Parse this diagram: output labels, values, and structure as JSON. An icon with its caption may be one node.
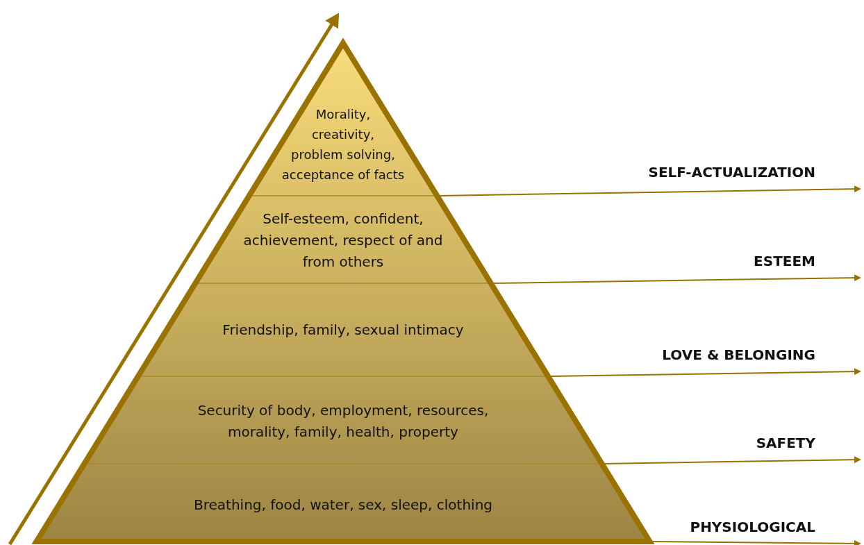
{
  "diagram": {
    "nodes": [
      {
        "text": [
          "Morality, creativity, problem solving, acceptance of facts"
        ]
      },
      {
        "text": [
          "Self-esteem, confident, achievement, respect of and from others"
        ]
      },
      {
        "text": [
          "Friendship, family, sexual intimacy"
        ]
      },
      {
        "text": [
          "Security of body, employment, resources, morality, family, health, property"
        ]
      },
      {
        "text": [
          "Breathing, food, water, sex, sleep, clothing"
        ]
      }
    ],
    "edges": [
      {
        "from": 0,
        "to": null,
        "arrow": "to",
        "label": "SELF-ACTUALIZATION"
      },
      {
        "from": 1,
        "to": null,
        "arrow": "to",
        "label": "ESTEEM"
      },
      {
        "from": 2,
        "to": null,
        "arrow": "to",
        "label": "LOVE & BELONGING"
      },
      {
        "from": 3,
        "to": null,
        "arrow": "to",
        "label": "SAFETY"
      },
      {
        "from": 4,
        "to": null,
        "arrow": "to",
        "label": "PHYSIOLOGICAL"
      }
    ]
  }
}
